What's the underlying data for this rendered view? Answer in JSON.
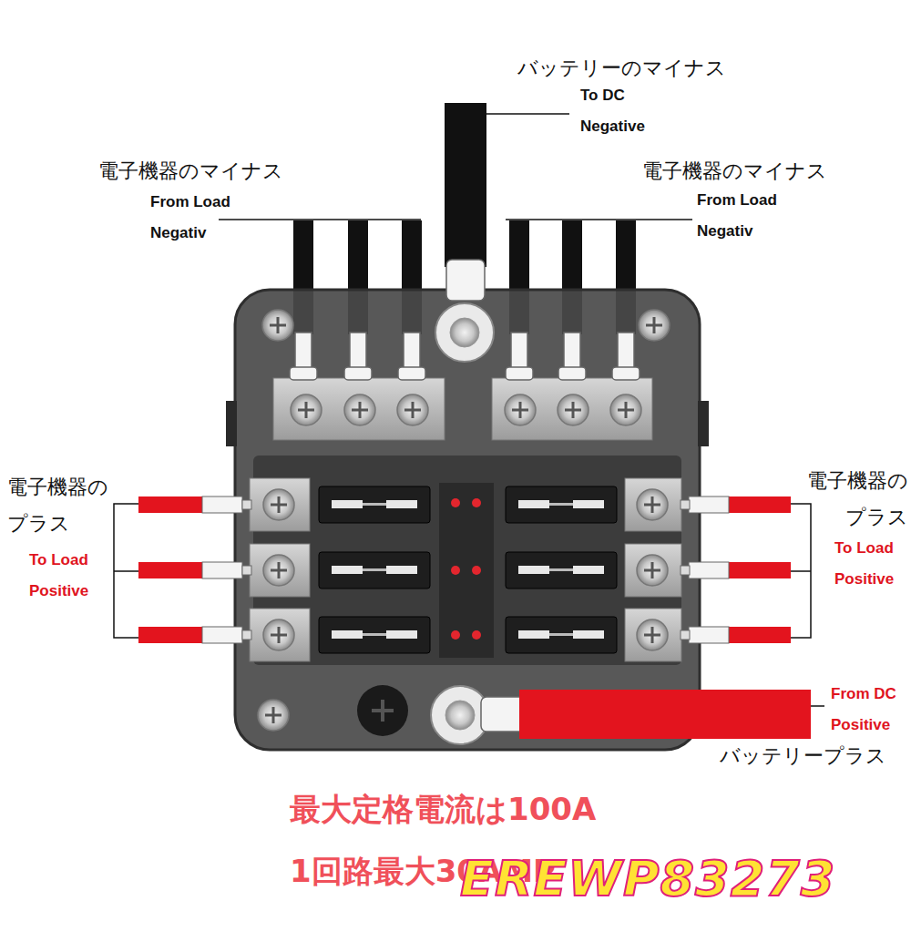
{
  "diagram": {
    "labels": [
      "バッテリーのマイナス",
      "To DC Negative",
      "電子機器のマイナス",
      "From Load Negativ",
      "電子機器のマイナス",
      "From Load Negativ",
      "電子機器の プラス",
      "To Load Positive",
      "電子機器の プラス",
      "To Load Positive",
      "From DC Positive",
      "バッテリープラス",
      "最大定格電流は100A",
      "1回路最大30AMP",
      "EREWP83273"
    ]
  }
}
